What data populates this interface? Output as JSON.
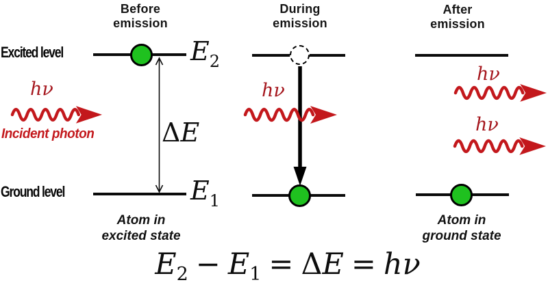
{
  "colors": {
    "background": "#ffffff",
    "line": "#0a0a0a",
    "atom_green": "#1fc11f",
    "photon_red": "#c3181c",
    "hnu_red": "#a5161d"
  },
  "panels": {
    "before": {
      "title": [
        "Before",
        "emission"
      ],
      "caption": [
        "Atom in",
        "excited state"
      ]
    },
    "during": {
      "title": [
        "During",
        "emission"
      ]
    },
    "after": {
      "title": [
        "After",
        "emission"
      ],
      "caption": [
        "Atom in",
        "ground state"
      ]
    }
  },
  "level_labels": {
    "excited": "Excited level",
    "ground": "Ground level"
  },
  "energy_labels": {
    "e_base": "E",
    "e2_sub": "2",
    "e1_sub": "1",
    "delta": "Δ"
  },
  "photon": {
    "hnu": "hν",
    "incident_label": "Incident photon"
  },
  "equation": {
    "e_base": "E",
    "sub2": "2",
    "sub1": "1",
    "minus": "−",
    "equals": "=",
    "delta": "Δ",
    "hnu": "hν"
  }
}
